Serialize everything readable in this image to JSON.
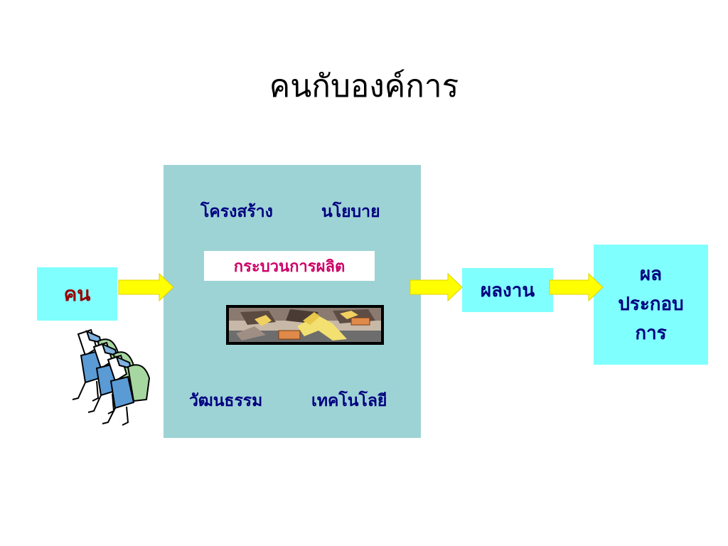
{
  "title": "คนกับองค์การ",
  "organization": {
    "structure_label": "โครงสร้าง",
    "policy_label": "นโยบาย",
    "process_label": "กระบวนการผลิต",
    "culture_label": "วัฒนธรรม",
    "technology_label": "เทคโนโลยี"
  },
  "people": {
    "label": "คน"
  },
  "performance": {
    "label": "ผลงาน"
  },
  "result": {
    "lines": [
      "ผล",
      "ประกอบ",
      "การ"
    ]
  },
  "colors": {
    "org_box": "#9ed3d5",
    "cyan_box": "#80ffff",
    "arrow_fill": "#ffff00",
    "arrow_stroke": "#e0d000",
    "navy_text": "#000080",
    "maroon_text": "#990000",
    "process_text": "#cc0066"
  },
  "icons": {
    "factory": "factory-workers-clipart",
    "workers": "workers-carrying-chairs-clipart"
  }
}
